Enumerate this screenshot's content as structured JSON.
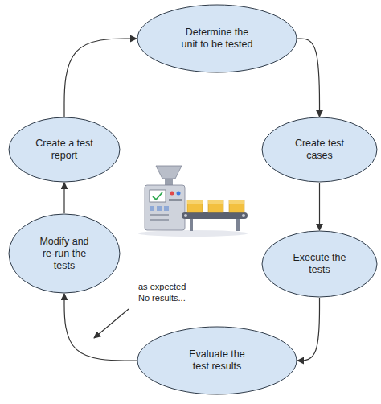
{
  "diagram": {
    "nodes": [
      {
        "text": [
          "Determine the unit to be tested"
        ]
      },
      {
        "text": [
          "Create test cases"
        ]
      },
      {
        "text": [
          "Execute the tests"
        ]
      },
      {
        "text": [
          "Evaluate the test results"
        ]
      },
      {
        "text": [
          "Modify and re-run the tests"
        ]
      },
      {
        "text": [
          "Create a test report"
        ]
      }
    ],
    "edges": [
      {
        "from": 0,
        "to": 1,
        "arrow": "to"
      },
      {
        "from": 1,
        "to": 2,
        "arrow": "to"
      },
      {
        "from": 2,
        "to": 3,
        "arrow": "to"
      },
      {
        "from": 3,
        "to": 4,
        "arrow": "to"
      },
      {
        "from": 4,
        "to": 5,
        "arrow": "to"
      },
      {
        "from": 5,
        "to": 0,
        "arrow": "to"
      }
    ],
    "labels": [
      "as expected",
      "No results..."
    ]
  }
}
